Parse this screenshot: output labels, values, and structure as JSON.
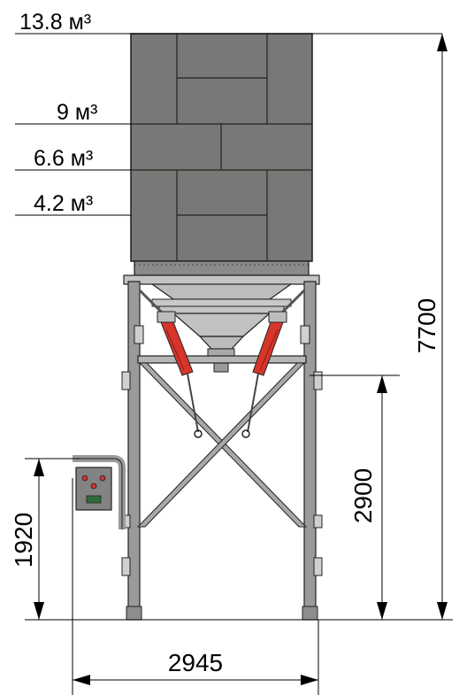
{
  "volume_levels": [
    {
      "label": "13.8 м³"
    },
    {
      "label": "9 м³"
    },
    {
      "label": "6.6 м³"
    },
    {
      "label": "4.2 м³"
    }
  ],
  "dimensions": {
    "total_height": "7700",
    "leg_height": "2900",
    "panel_height": "1920",
    "base_width": "2945"
  },
  "colors": {
    "silo_body": "#7a7876",
    "frame": "#8a8a8a",
    "cylinder": "#d8352a",
    "panel": "#838383"
  }
}
